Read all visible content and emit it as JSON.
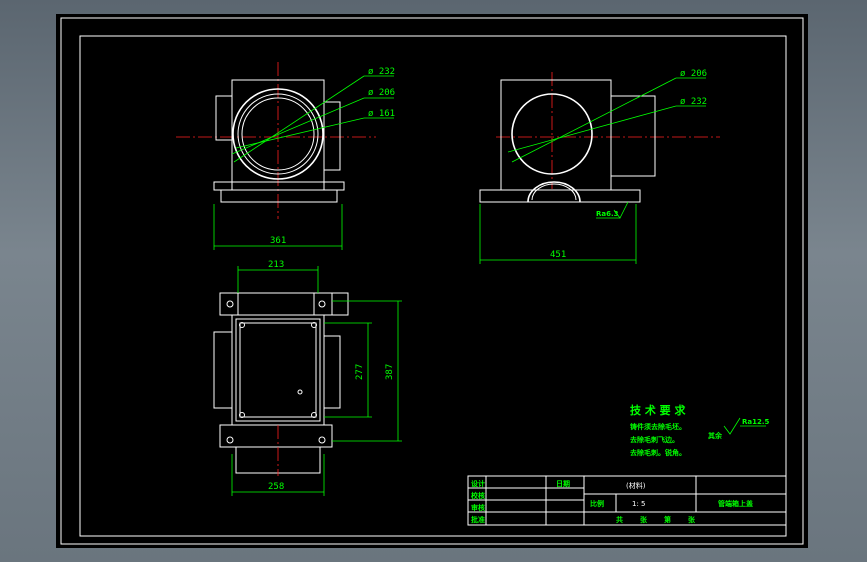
{
  "views": {
    "front": {
      "dims": {
        "d1": "ø 232",
        "d2": "ø 206",
        "d3": "ø 161",
        "width": "361"
      }
    },
    "side": {
      "dims": {
        "d1": "ø 206",
        "d2": "ø 232",
        "width": "451"
      },
      "roughness": "Ra6.3"
    },
    "top": {
      "dims": {
        "top_width": "213",
        "inner_h": "277",
        "outer_h": "387",
        "bottom_width": "258"
      }
    }
  },
  "tech_requirements": {
    "title": "技 术 要 求",
    "items": [
      "铸件须去除毛坯。",
      "去除毛刺飞边。",
      "去除毛刺。锐角。"
    ]
  },
  "surface_note": {
    "prefix": "其余",
    "value": "Ra12.5"
  },
  "title_block": {
    "rows": [
      "设计",
      "校核",
      "审核",
      "批准"
    ],
    "date_label": "日期",
    "material": "(材料)",
    "scale_label": "比例",
    "scale_value": "1: 5",
    "part_name": "管端箱上盖",
    "footer": [
      "共",
      "张",
      "第",
      "张"
    ]
  },
  "colors": {
    "background": "#000000",
    "lines": "#ffffff",
    "dims": "#00ff00",
    "centerline": "#ff2020"
  }
}
